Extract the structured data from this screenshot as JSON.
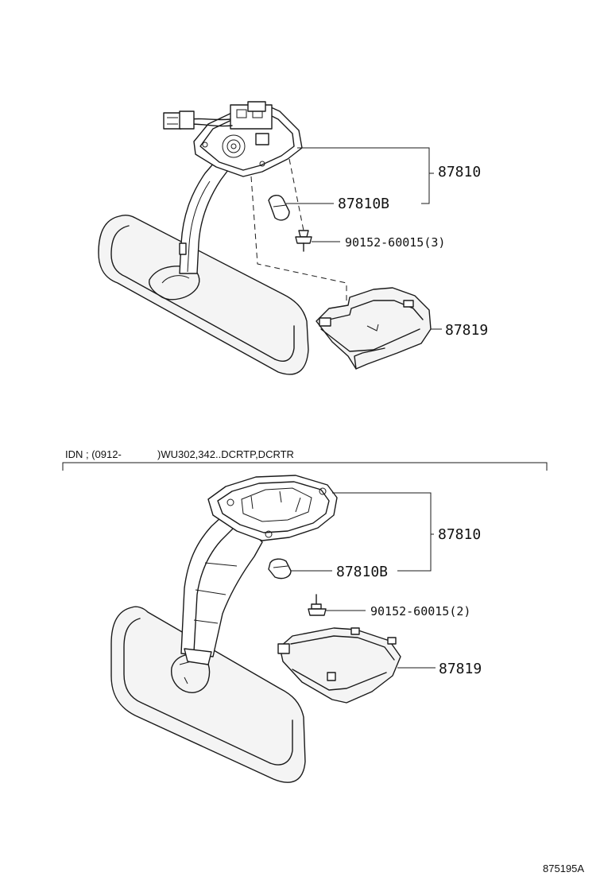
{
  "upper_assembly": {
    "callouts": {
      "mirror_assy": "87810",
      "bulb": "87810B",
      "screw": "90152-60015(3)",
      "cover": "87819"
    }
  },
  "variant_note": {
    "prefix": "IDN ; (0912-",
    "models": ")WU302,342..DCRTP,DCRTR"
  },
  "lower_assembly": {
    "callouts": {
      "mirror_assy": "87810",
      "bulb": "87810B",
      "screw": "90152-60015(2)",
      "cover": "87819"
    }
  },
  "illustration_code": "875195A"
}
